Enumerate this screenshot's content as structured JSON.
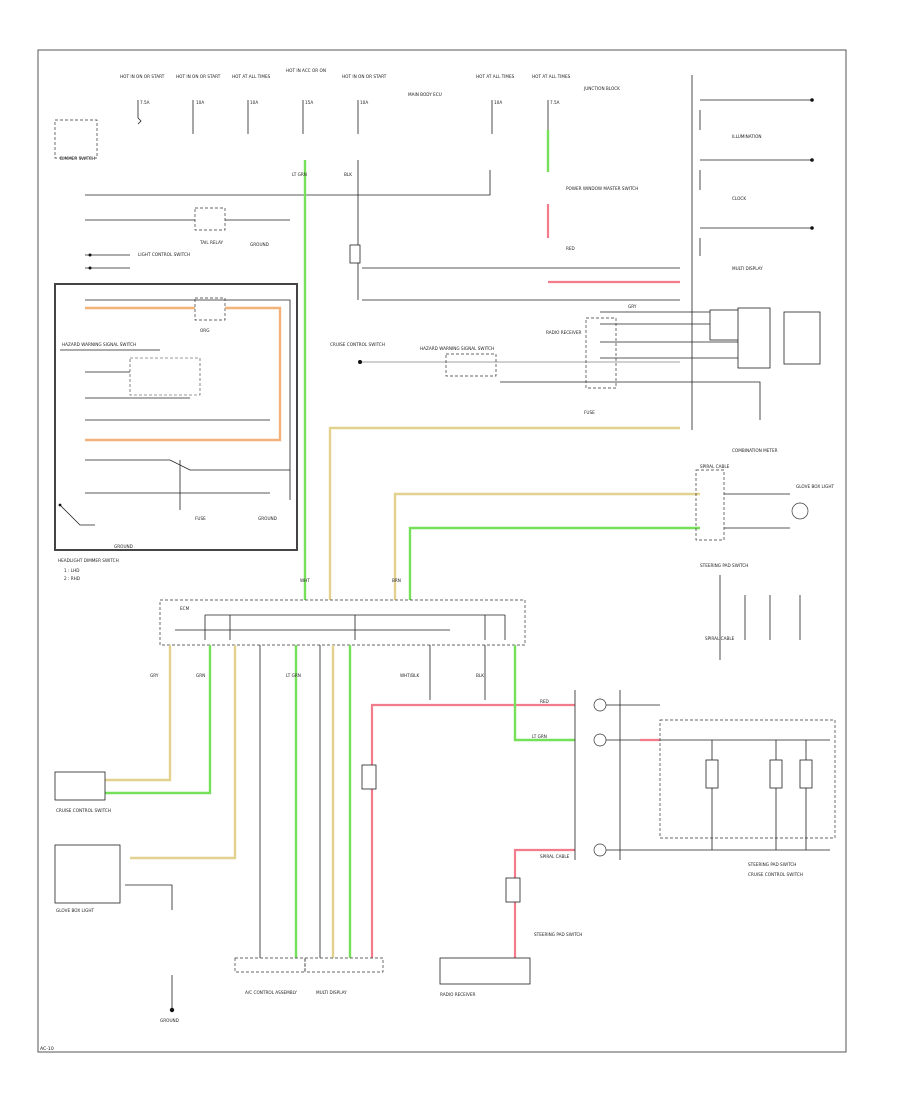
{
  "page_label": "AC-10",
  "components": {
    "illumination_label": "ILLUMINATION",
    "cruise_control_switch_label": "CRUISE CONTROL SWITCH",
    "spiral_cable": "SPIRAL CABLE",
    "steering_pad_switch": "STEERING PAD SWITCH",
    "combination_meter": "COMBINATION METER",
    "clock_label": "CLOCK",
    "ecm_label": "ECM",
    "power_window_master_switch": "POWER WINDOW MASTER SWITCH",
    "hazard_warning_signal_switch": "HAZARD WARNING SIGNAL SWITCH",
    "glove_box_light": "GLOVE BOX LIGHT",
    "a_c_control_assembly": "A/C CONTROL ASSEMBLY",
    "multi_display": "MULTI DISPLAY",
    "radio_receiver": "RADIO RECEIVER",
    "dimmer_switch": "DIMMER SWITCH",
    "headlight_dimmer_switch": "HEADLIGHT DIMMER SWITCH",
    "main_body_ecu": "MAIN BODY ECU",
    "junction_block": "JUNCTION BLOCK",
    "fuse_label": "FUSE",
    "ground_label": "GROUND",
    "lighting_switch": "LIGHT CONTROL SWITCH",
    "tail_relay": "TAIL RELAY",
    "hot_at_all_times": "HOT AT ALL TIMES"
  },
  "fuses": {
    "top_row": [
      "HOT IN ON OR START",
      "HOT IN ON OR START",
      "HOT AT ALL TIMES",
      "HOT IN ACC OR ON",
      "HOT IN ON OR START",
      "HOT AT ALL TIMES",
      "HOT AT ALL TIMES"
    ],
    "ratings": [
      "7.5A",
      "10A",
      "10A",
      "15A",
      "10A",
      "10A",
      "7.5A"
    ]
  },
  "wire_colors": {
    "green": "#76e05a",
    "yellow": "#e3d28f",
    "orange": "#f2b27a",
    "red": "#f27c8c",
    "black": "#222222"
  },
  "wire_labels": {
    "gry": "GRY",
    "grn": "GRN",
    "lt_grn": "LT GRN",
    "org": "ORG",
    "red": "RED",
    "blk": "BLK",
    "wht_blk": "WHT/BLK",
    "wht": "WHT",
    "brn": "BRN"
  },
  "legend": {
    "l1": "1 : LHD",
    "l2": "2 : RHD"
  }
}
